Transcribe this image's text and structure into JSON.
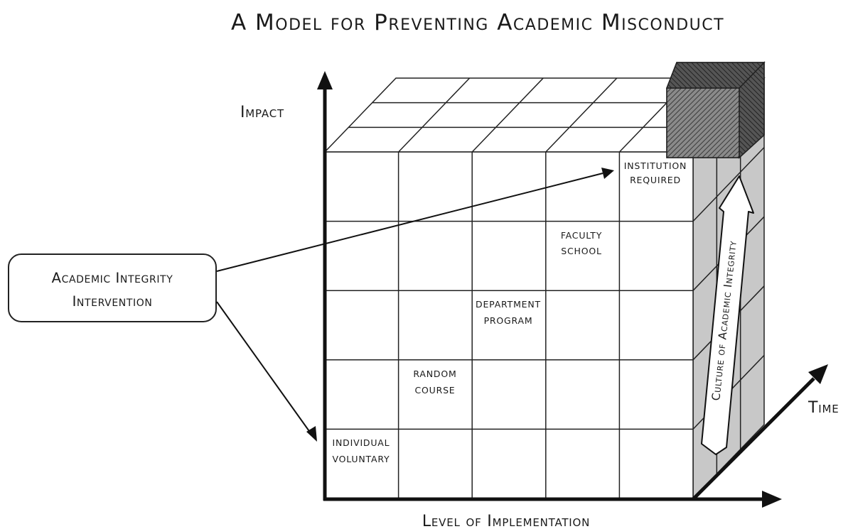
{
  "title": "A Model for Preventing Academic Misconduct",
  "axes": {
    "y_label": "Impact",
    "x_label": "Level of Implementation",
    "z_label": "Time"
  },
  "callout": {
    "line1": "Academic Integrity",
    "line2": "Intervention"
  },
  "cells": [
    {
      "line1": "INDIVIDUAL",
      "line2": "VOLUNTARY"
    },
    {
      "line1": "RANDOM",
      "line2": "COURSE"
    },
    {
      "line1": "DEPARTMENT",
      "line2": "PROGRAM"
    },
    {
      "line1": "FACULTY",
      "line2": "SCHOOL"
    },
    {
      "line1": "INSTITUTION",
      "line2": "REQUIRED"
    }
  ],
  "culture_arrow": "Culture of Academic Integrity"
}
